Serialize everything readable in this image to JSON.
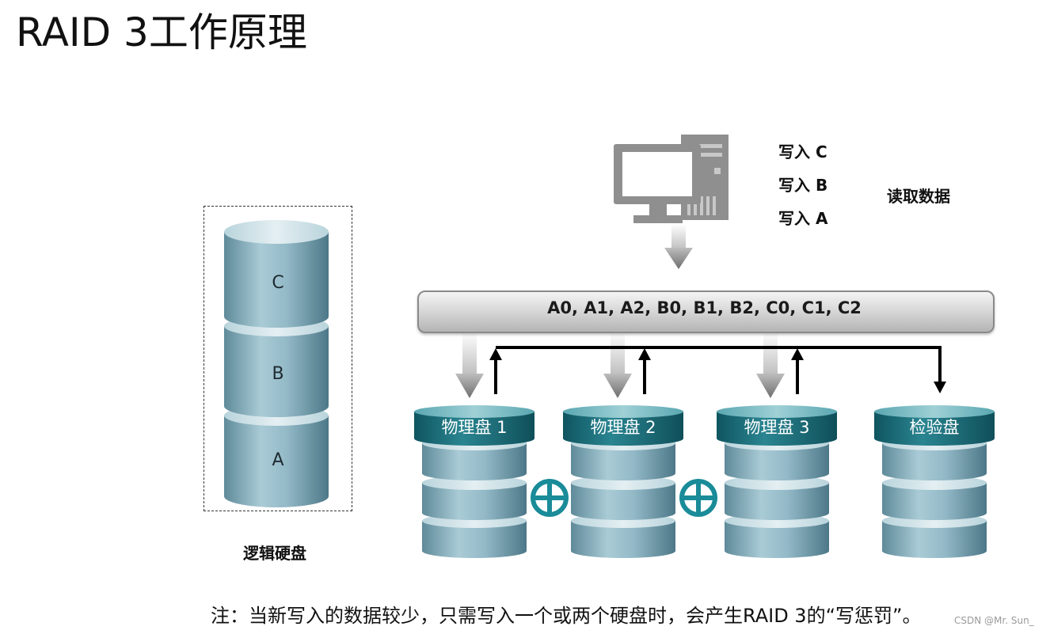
{
  "title": "RAID 3工作原理",
  "writes": [
    "写入 C",
    "写入 B",
    "写入 A"
  ],
  "read_label": "读取数据",
  "bus_label": "A0, A1, A2, B0, B1, B2, C0, C1, C2",
  "logical_disk": {
    "segments": [
      "C",
      "B",
      "A"
    ],
    "caption": "逻辑硬盘"
  },
  "physical_disks": [
    "物理盘 1",
    "物理盘 2",
    "物理盘 3"
  ],
  "parity_disk": "检验盘",
  "xor_symbol": "⊕",
  "note": "注：当新写入的数据较少，只需写入一个或两个硬盘时，会产生RAID 3的“写惩罚”。",
  "watermark": "CSDN @Mr. Sun_",
  "colors": {
    "cap_teal": "#1b6f7a",
    "disk_blue": "#8fb7c6",
    "xor_teal": "#1a8b98",
    "computer_gray": "#8a8a8a"
  },
  "icons": [
    "computer-icon",
    "xor-icon",
    "arrow-down-icon",
    "arrow-up-icon"
  ]
}
